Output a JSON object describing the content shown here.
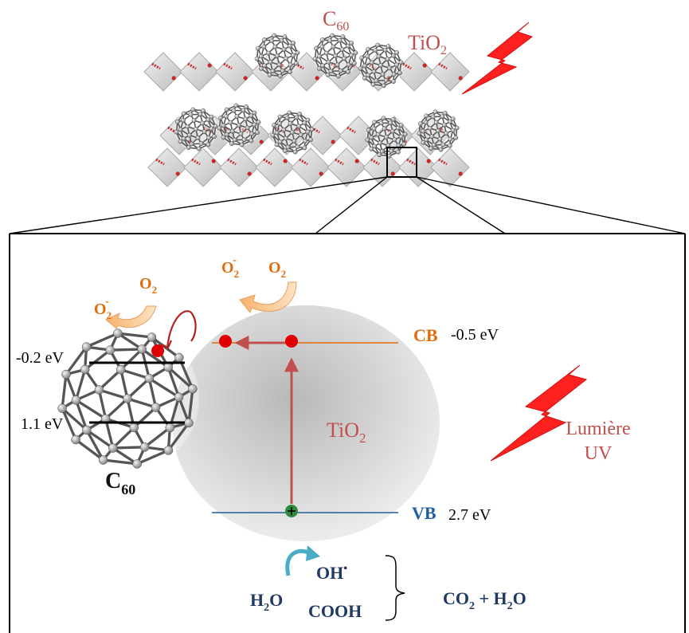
{
  "colors": {
    "red": "#c0504d",
    "dark_red": "#b22222",
    "orange": "#e36c0a",
    "blue": "#1f5f9e",
    "navy": "#1f3864",
    "green": "#2e8b3a",
    "cyan": "#4bacc6",
    "bolt": "#ff2020"
  },
  "top": {
    "c60_label": "C",
    "c60_sub": "60",
    "tio2_label": "TiO",
    "tio2_sub": "2"
  },
  "levels": {
    "c60_upper": "-0.2 eV",
    "c60_lower": "1.1 eV",
    "cb_label": "CB",
    "cb_value": "-0.5 eV",
    "vb_label": "VB",
    "vb_value": "2.7 eV"
  },
  "labels": {
    "c60_main": "C",
    "c60_main_sub": "60",
    "tio2_main": "TiO",
    "tio2_main_sub": "2",
    "light_line1": "Lumière",
    "light_line2": "UV"
  },
  "superoxide": {
    "left_o2minus": "O",
    "left_o2minus_sub": "2",
    "left_o2minus_sup": "-",
    "left_o2": "O",
    "left_o2_sub": "2",
    "mid_o2minus": "O",
    "mid_o2minus_sub": "2",
    "mid_o2minus_sup": "-",
    "mid_o2": "O",
    "mid_o2_sub": "2"
  },
  "products": {
    "h2o": "H",
    "h2o_sub": "2",
    "h2o_tail": "O",
    "oh": "OH",
    "oh_sup": "•",
    "cooh": "COOH",
    "final": "CO",
    "final_sub": "2",
    "final_mid": " + H",
    "final_sub2": "2",
    "final_tail": "O"
  }
}
